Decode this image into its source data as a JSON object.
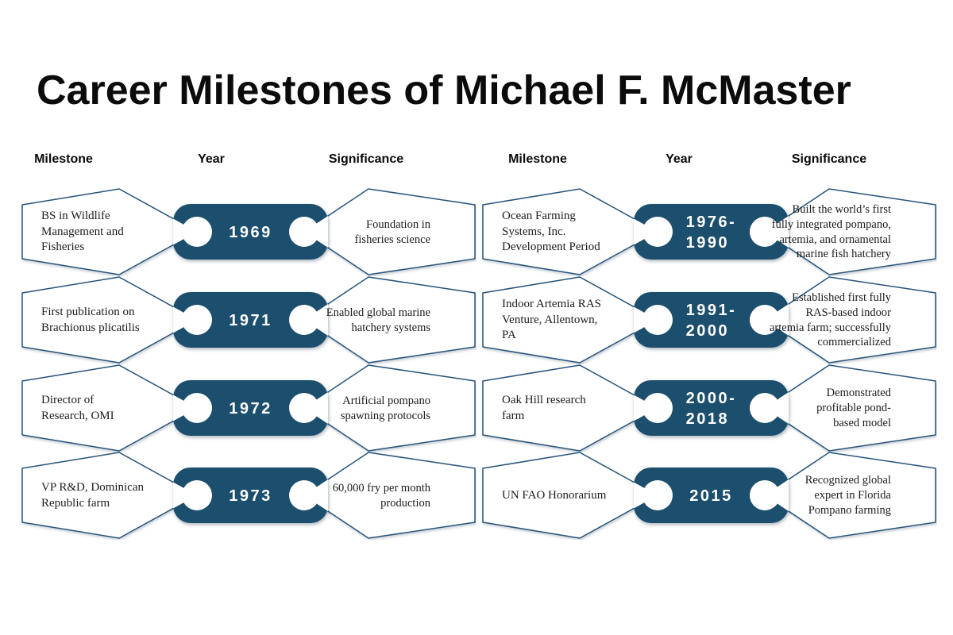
{
  "title": "Career Milestones of Michael F. McMaster",
  "colors": {
    "pill-color": "#1c4e6d",
    "stroke-color": "#26547c",
    "heading-color": "#0b0b0b",
    "text-color": "#1c1c1c",
    "year-color": "#ffffff"
  },
  "columns": [
    {
      "headers": {
        "milestone": "Milestone",
        "year": "Year",
        "significance": "Significance"
      }
    },
    {
      "headers": {
        "milestone": "Milestone",
        "year": "Year",
        "significance": "Significance"
      }
    }
  ],
  "rows": [
    {
      "milestone": "BS in Wildlife\nManagement and\nFisheries",
      "year": "1969",
      "significance": "Foundation in\nfisheries science"
    },
    {
      "milestone": "First publication on\nBrachionus plicatilis",
      "year": "1971",
      "significance": "Enabled global marine\nhatchery systems"
    },
    {
      "milestone": "Director of\nResearch, OMI",
      "year": "1972",
      "significance": "Artificial pompano\nspawning protocols"
    },
    {
      "milestone": "VP R&D, Dominican\nRepublic farm",
      "year": "1973",
      "significance": "60,000 fry per month\nproduction"
    },
    {
      "milestone": "Ocean Farming\nSystems, Inc.\nDevelopment Period",
      "year": "1976-\n1990",
      "significance": "Built the world’s first\nfully integrated pompano,\nartemia, and ornamental\nmarine fish hatchery"
    },
    {
      "milestone": "Indoor Artemia RAS\nVenture, Allentown,\nPA",
      "year": "1991-\n2000",
      "significance": "Established first fully\nRAS-based indoor\nartemia farm; successfully\ncommercialized"
    },
    {
      "milestone": "Oak Hill research\nfarm",
      "year": "2000-\n2018",
      "significance": "Demonstrated\nprofitable pond-\nbased model"
    },
    {
      "milestone": "UN FAO Honorarium",
      "year": "2015",
      "significance": "Recognized global\nexpert in Florida\nPompano farming"
    }
  ]
}
